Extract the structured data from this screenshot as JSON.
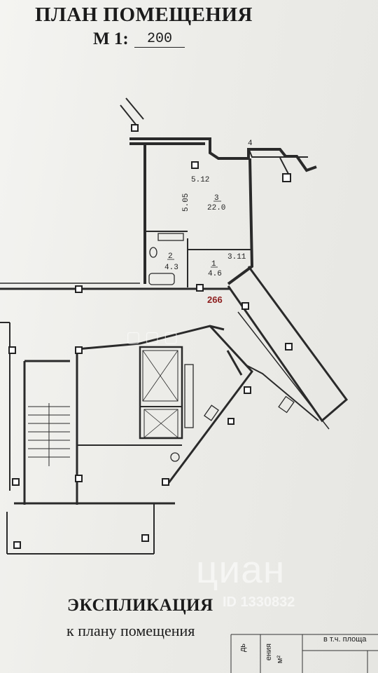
{
  "header": {
    "title": "ПЛАН ПОМЕЩЕНИЯ",
    "scale_label": "М 1:",
    "scale_value": "200"
  },
  "rooms": {
    "balcony": {
      "number": "4"
    },
    "living": {
      "number": "3",
      "area": "22.0",
      "width": "5.12",
      "height": "5.05"
    },
    "hall": {
      "number": "1",
      "area": "4.6",
      "dimension": "3.11"
    },
    "bathroom": {
      "number": "2",
      "area": "4.3"
    },
    "marker": "266"
  },
  "watermark": {
    "logo": "циан",
    "id": "ID 1330832"
  },
  "explication": {
    "title": "ЭКСПЛИКАЦИЯ",
    "subtitle": "к плану помещения",
    "columns": [
      "дь",
      "ения",
      "м²",
      "в т.ч. площа"
    ]
  }
}
